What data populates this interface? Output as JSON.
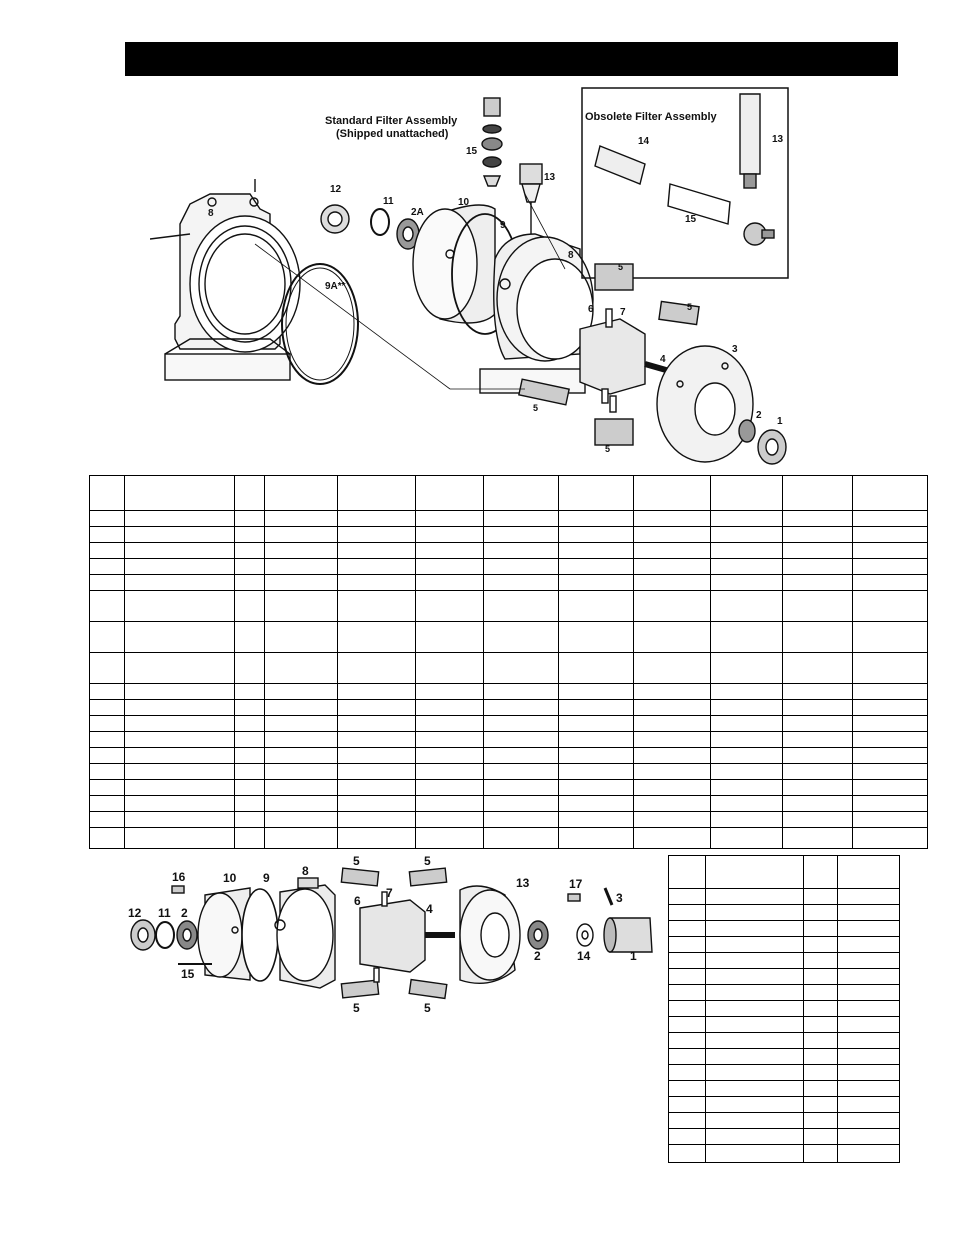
{
  "header": {
    "title": ""
  },
  "diagram1": {
    "standard_filter_label_line1": "Standard Filter Assembly",
    "standard_filter_label_line2": "(Shipped unattached)",
    "obsolete_filter_label": "Obsolete Filter Assembly",
    "callouts": {
      "c1": "1",
      "c2": "2",
      "c2a": "2A",
      "c3": "3",
      "c4": "4",
      "c5a": "5",
      "c5b": "5",
      "c5c": "5",
      "c5d": "5",
      "c6": "6",
      "c7": "7",
      "c8a": "8",
      "c8b": "8",
      "c9": "9",
      "c9a": "9A**",
      "c10": "10",
      "c11": "11",
      "c12": "12",
      "c13a": "13",
      "c13b": "13",
      "c14": "14",
      "c15a": "15",
      "c15b": "15"
    }
  },
  "diagram2": {
    "callouts": {
      "c16": "16",
      "c10": "10",
      "c9": "9",
      "c8": "8",
      "c5a": "5",
      "c5b": "5",
      "c13": "13",
      "c17": "17",
      "c3": "3",
      "c12": "12",
      "c11": "11",
      "c2a": "2",
      "c6": "6",
      "c7": "7",
      "c4": "4",
      "c15": "15",
      "c5c": "5",
      "c5d": "5",
      "c2b": "2",
      "c14": "14",
      "c1": "1"
    }
  }
}
